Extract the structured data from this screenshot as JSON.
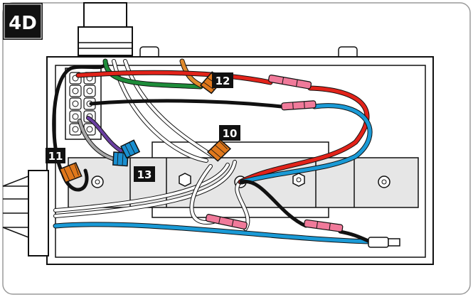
{
  "figure": {
    "step_label": "4D",
    "callouts": [
      "12",
      "10",
      "11",
      "13"
    ]
  },
  "colors": {
    "black_wire": "#111111",
    "red_wire": "#e2231a",
    "blue_wire": "#1a9ad6",
    "green_wire": "#1e8c3a",
    "purple_wire": "#6a3fa0",
    "gray_wire": "#a8a8a8",
    "orange_wire": "#e08a2c",
    "wire_nut_orange": "#e0781c",
    "wire_nut_blue": "#1a8fd0",
    "connector_pink": "#f07a9a",
    "panel_gray": "#e6e6e6",
    "border_gray": "#9a9a9a"
  }
}
